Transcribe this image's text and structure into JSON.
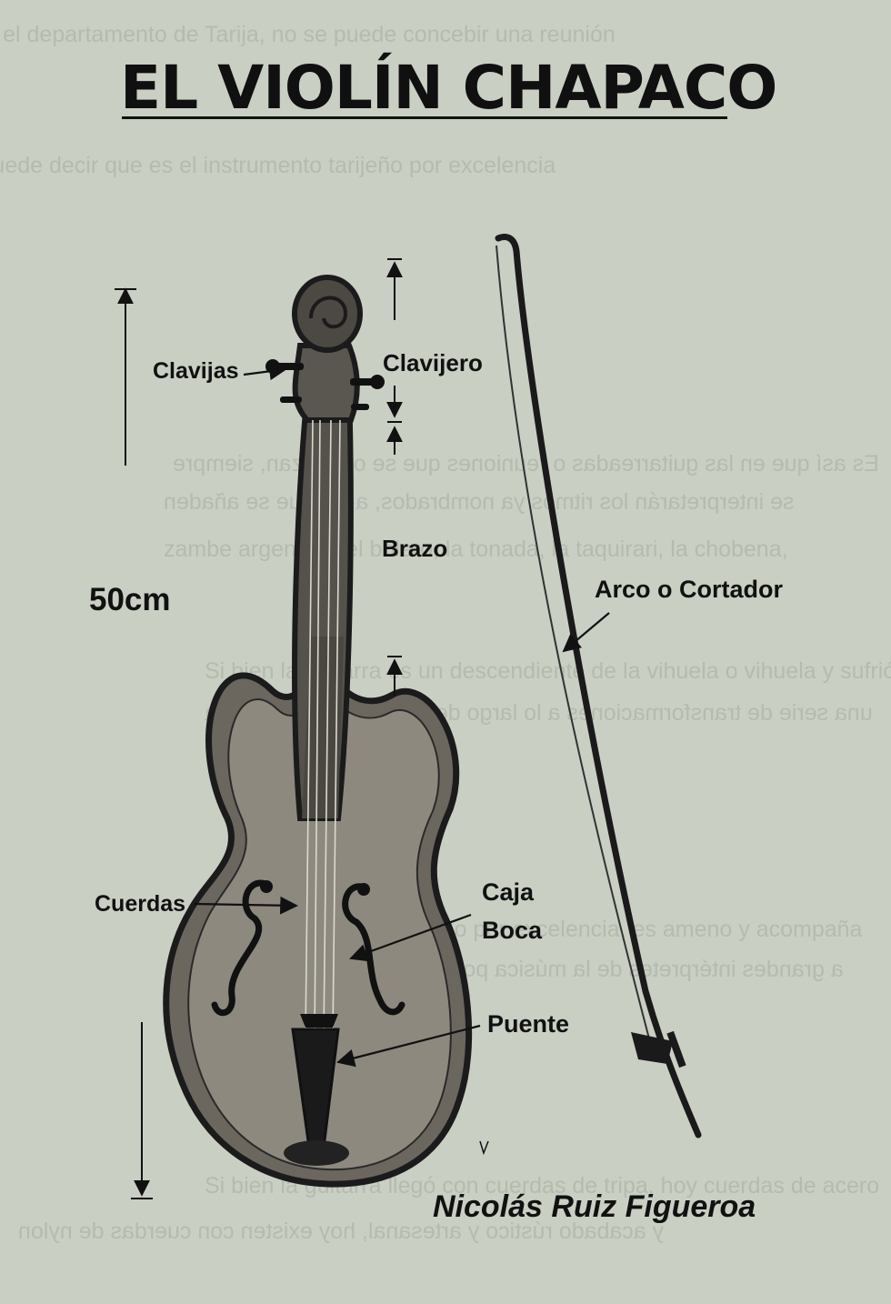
{
  "title": "EL VIOLÍN CHAPACO",
  "measure": "50cm",
  "labels": {
    "clavijas": "Clavijas",
    "clavijero": "Clavijero",
    "brazo": "Brazo",
    "arco": "Arco o Cortador",
    "cuerdas": "Cuerdas",
    "caja": "Caja",
    "boca": "Boca",
    "puente": "Puente"
  },
  "author": "Nicolás Ruiz Figueroa",
  "bleed_text": [
    "En todo el departamento de Tarija, no se puede concebir una reunión",
    "Se puede decir que es el instrumento tarijeño por excelencia",
    "Es así que en las guitarreadas o reuniones que se organizan, siempre",
    "se interpretarán los ritmos ya nombrados, a los que se añaden",
    "zambe argentina, el bolero, la tonada, la taquirari, la chobena,",
    "Si bien la guitarra es un descendiente de la vihuela o vihuela y sufrió",
    "una serie de transformaciones a lo largo de los años, llegó a Tarija",
    "Este instrumento, tarijeño por excelencia, es ameno y acompaña",
    "a grandes intérpretes de la música popular, tanto en calidad de",
    "Si bien la guitarra llegó con cuerdas de tripa, hoy cuerdas de acero",
    "y acabado rústico y artesanal, hoy existen con cuerdas de nylon"
  ],
  "colors": {
    "paper": "#c9cfc3",
    "ink": "#111111",
    "wood": "#5a5650",
    "bleed": "#30352e"
  }
}
